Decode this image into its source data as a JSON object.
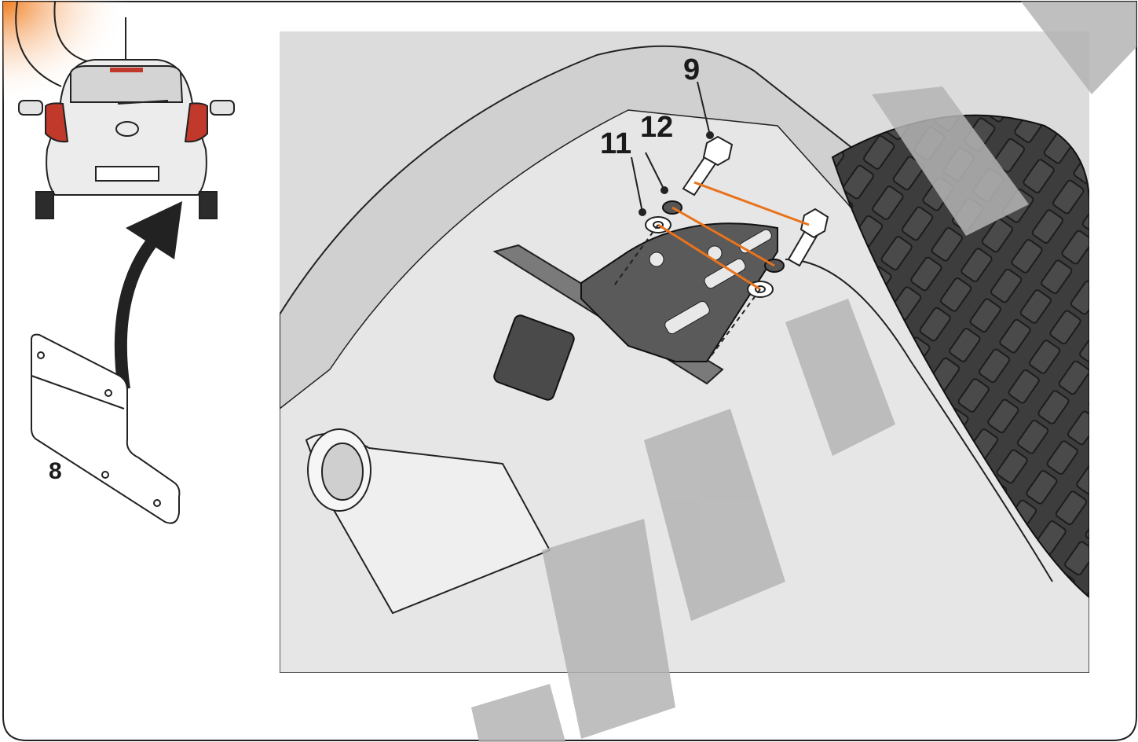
{
  "diagram": {
    "part_labels": {
      "bracket": "8",
      "bolt": "9",
      "flat_washer": "11",
      "lock_washer": "12"
    },
    "colors": {
      "frame": "#222222",
      "accent_orange": "#f07d20",
      "assembly_line": "#e8731c",
      "watermark": "#b4b4b4",
      "tyre": "#3d3d3d",
      "body_gray": "#d6d6d6"
    },
    "icons": [
      "rear-car-icon",
      "arrow-icon",
      "bracket-icon",
      "bolt-icon",
      "washer-icon",
      "lock-washer-icon",
      "tyre-icon"
    ]
  }
}
